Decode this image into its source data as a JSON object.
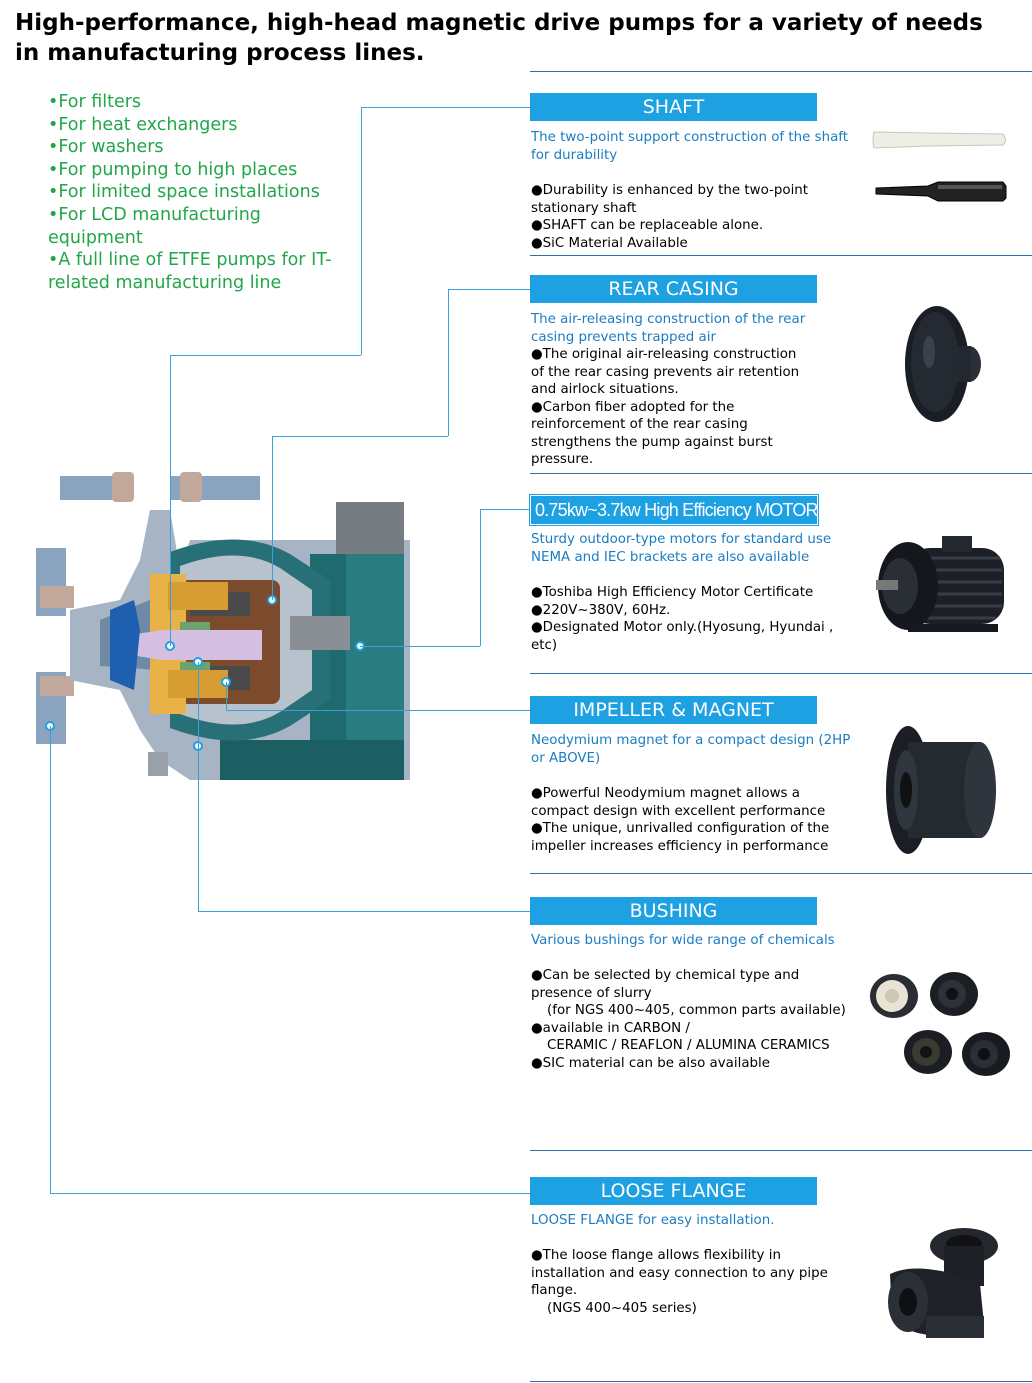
{
  "title": "High-performance, high-head magnetic drive pumps for a variety of needs in manufacturing process lines.",
  "uses": [
    "•For filters",
    "•For heat exchangers",
    "•For washers",
    "•For pumping to high places",
    "•For limited space installations",
    "•For LCD manufacturing equipment",
    "•A full line of ETFE pumps for IT-related manufacturing line"
  ],
  "sections": {
    "shaft": {
      "heading": "SHAFT",
      "subtitle": "The two-point support construction of the shaft for durability",
      "bullets": [
        "●Durability is enhanced by the two-point stationary shaft",
        "●SHAFT can be replaceable alone.",
        "●SiC Material Available"
      ]
    },
    "rear_casing": {
      "heading": "REAR CASING",
      "subtitle": "The air-releasing construction of the rear casing prevents trapped air",
      "bullets": [
        "●The original air-releasing construction of the rear casing prevents air retention and airlock situations.",
        "●Carbon fiber adopted for the reinforcement of the rear casing strengthens the pump against burst pressure."
      ]
    },
    "motor": {
      "heading": "0.75kw~3.7kw High Efficiency MOTOR",
      "subtitle": "Sturdy outdoor-type motors for standard use NEMA and IEC brackets are also available",
      "bullets": [
        "●Toshiba High Efficiency Motor Certificate",
        "●220V~380V, 60Hz.",
        "●Designated Motor only.(Hyosung, Hyundai , etc)"
      ]
    },
    "impeller": {
      "heading": "IMPELLER & MAGNET",
      "subtitle": "Neodymium magnet for a compact design (2HP or ABOVE)",
      "bullets": [
        "●Powerful Neodymium magnet allows a compact design with excellent performance",
        "●The unique, unrivalled configuration of the impeller increases efficiency in performance"
      ]
    },
    "bushing": {
      "heading": "BUSHING",
      "subtitle": "Various bushings for wide range of chemicals",
      "b1": "●Can be selected by chemical type and presence of slurry",
      "b1_note": "(for NGS 400~405, common parts available)",
      "b2": "●available in CARBON /",
      "b2_cont": "CERAMIC / REAFLON / ALUMINA CERAMICS",
      "b3": "●SIC material can be also available"
    },
    "flange": {
      "heading": "LOOSE FLANGE",
      "subtitle": "LOOSE FLANGE for easy installation.",
      "b1": "●The loose flange allows flexibility in installation and easy connection to any pipe flange.",
      "b1_note": "(NGS 400~405 series)"
    }
  },
  "colors": {
    "heading_bg": "#1da1e2",
    "subtitle_text": "#1a7cc2",
    "uses_text": "#22a64a",
    "rule": "#2f6fa8",
    "leader": "#3aa0d8"
  }
}
